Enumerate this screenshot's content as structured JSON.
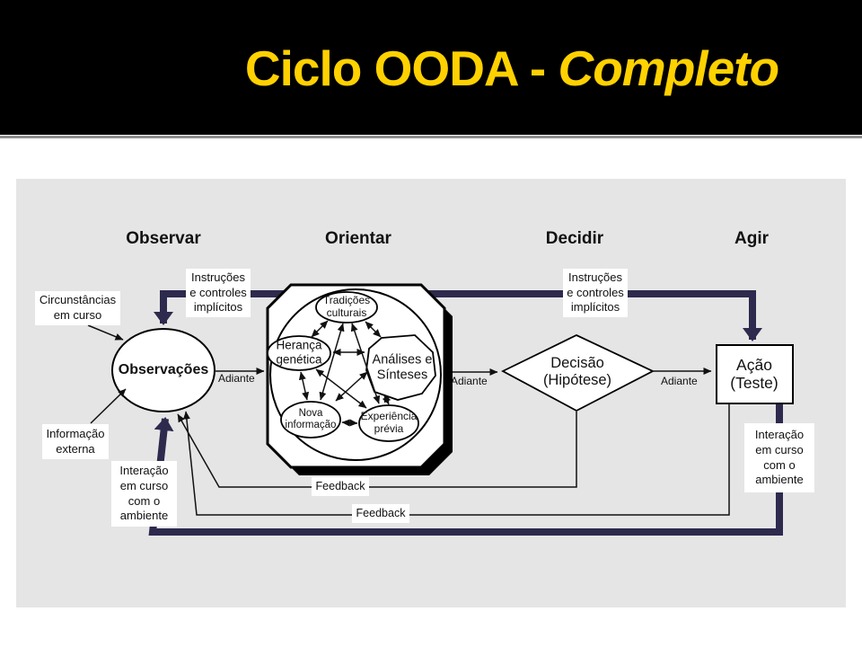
{
  "slide": {
    "title_main": "Ciclo OODA - ",
    "title_emphasis": "Completo"
  },
  "columns": [
    {
      "label": "Observar"
    },
    {
      "label": "Orientar"
    },
    {
      "label": "Decidir"
    },
    {
      "label": "Agir"
    }
  ],
  "nodes": {
    "observacoes": "Observações",
    "tradicoes_culturais": "Tradições\nculturais",
    "heranca_genetica": "Herança\ngenética",
    "analises_sinteses": "Análises e\nSínteses",
    "nova_informacao": "Nova\ninformação",
    "experiencia_previa": "Experiência\nprévia",
    "decisao": "Decisão\n(Hipótese)",
    "acao": "Ação\n(Teste)"
  },
  "annotations": {
    "circunstancias": "Circunstâncias\nem curso",
    "instrucoes_controles": "Instruções\ne controles\nimplícitos",
    "informacao_externa": "Informação\nexterna",
    "interacao_ambiente": "Interação\nem curso\ncom o\nambiente",
    "adiante": "Adiante",
    "feedback": "Feedback"
  },
  "colors": {
    "title_yellow": "#FFD100",
    "flow_navy": "#2D2A4E",
    "panel_gray": "#E5E5E5"
  }
}
